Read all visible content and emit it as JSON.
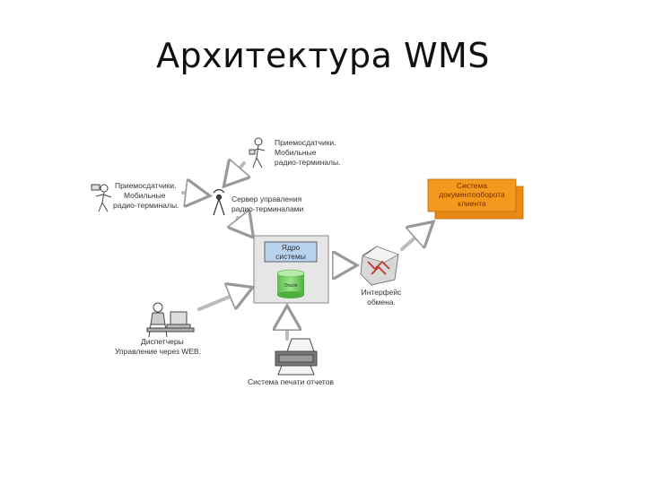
{
  "title": "Архитектура WMS",
  "nodes": {
    "receivers_top": [
      "Приемосдатчики.",
      "Мобильные",
      "радио-терминалы."
    ],
    "receivers_left": [
      "Приемосдатчики.",
      "Мобильные",
      "радио-терминалы."
    ],
    "radio_server": [
      "Сервер управления",
      "радио-терминалами"
    ],
    "core": [
      "Ядро",
      "системы"
    ],
    "db_label": "Oracle",
    "interface": [
      "Интерфейс",
      "обмена."
    ],
    "doc_system": [
      "Система",
      "документооборота",
      "клиента"
    ],
    "dispatchers": [
      "Диспетчеры",
      "Управление через WEB."
    ],
    "print_system": "Система печати отчетов"
  },
  "colors": {
    "core_box": "#e6e6e6",
    "core_title": "#b7d3ee",
    "db": "#7fd36e",
    "doc_system": "#f39a1e",
    "interface_red": "#c0392b"
  }
}
